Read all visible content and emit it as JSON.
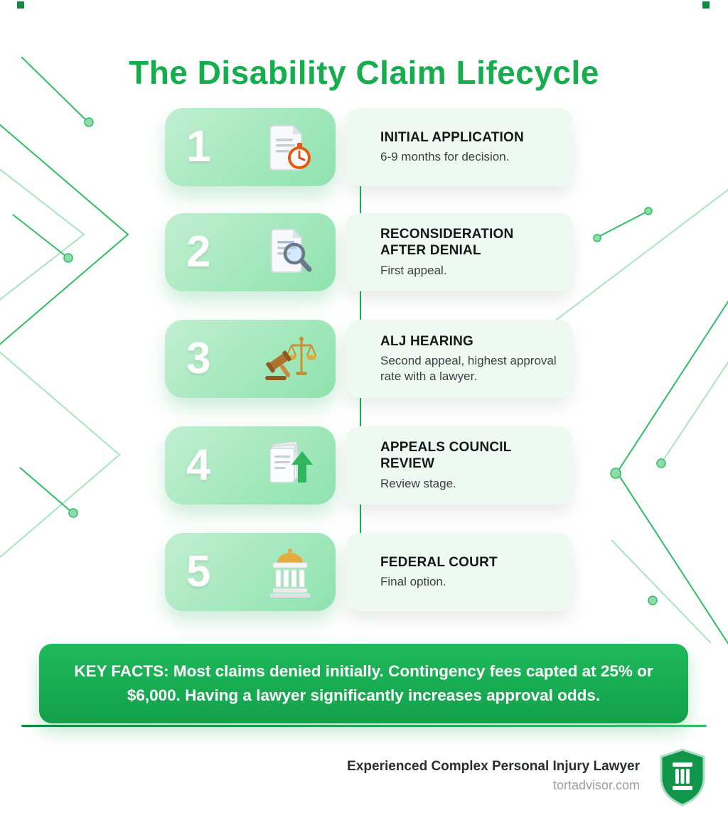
{
  "title": "The Disability Claim Lifecycle",
  "colors": {
    "accent_green": "#16ad4e",
    "step_box_green": "#8fe2ae",
    "banner_green": "#17b050",
    "timeline_green": "#12a94b"
  },
  "steps": [
    {
      "number": "1",
      "icon": "document-stopwatch-icon",
      "title": "INITIAL APPLICATION",
      "description": "6-9 months for decision."
    },
    {
      "number": "2",
      "icon": "document-magnifier-icon",
      "title": "RECONSIDERATION AFTER DENIAL",
      "description": "First appeal."
    },
    {
      "number": "3",
      "icon": "gavel-scales-icon",
      "title": "ALJ HEARING",
      "description": "Second appeal, highest approval rate with a lawyer."
    },
    {
      "number": "4",
      "icon": "documents-up-arrow-icon",
      "title": "APPEALS COUNCIL REVIEW",
      "description": "Review stage."
    },
    {
      "number": "5",
      "icon": "courthouse-icon",
      "title": "FEDERAL COURT",
      "description": "Final option."
    }
  ],
  "key_facts": {
    "label": "KEY FACTS:",
    "text": " Most claims denied initially. Contingency fees capted at 25% or $6,000. Having a lawyer significantly increases approval odds."
  },
  "footer": {
    "tagline": "Experienced Complex Personal Injury Lawyer",
    "website": "tortadvisor.com",
    "logo": "shield-pillar-icon"
  }
}
